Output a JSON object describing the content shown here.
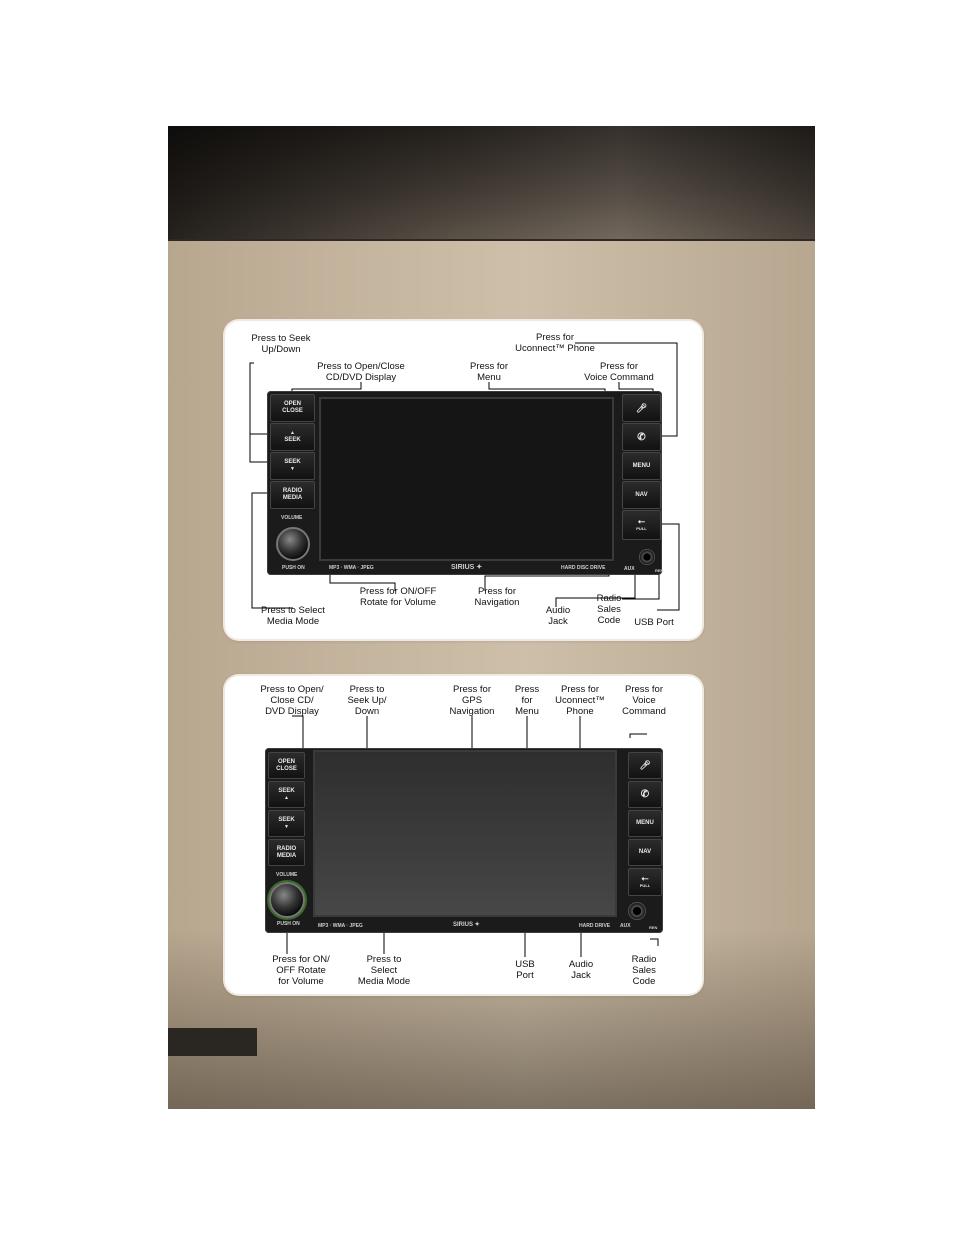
{
  "diagram1": {
    "labels": {
      "seek": "Press to Seek\nUp/Down",
      "open_close": "Press to Open/Close\nCD/DVD Display",
      "menu": "Press for\nMenu",
      "phone": "Press for\nUconnect™ Phone",
      "voice": "Press for\nVoice Command",
      "select_media": "Press to Select\nMedia Mode",
      "volume": "Press for ON/OFF\nRotate for Volume",
      "navigation": "Press for\nNavigation",
      "audio_jack": "Audio\nJack",
      "sales_code": "Radio\nSales\nCode",
      "usb_port": "USB Port"
    },
    "unit": {
      "open_close": "OPEN\nCLOSE",
      "seek_up": "SEEK",
      "seek_down": "SEEK",
      "radio_media": "RADIO\nMEDIA",
      "volume": "VOLUME",
      "push_on": "PUSH ON",
      "menu": "MENU",
      "nav": "NAV",
      "pull": "PULL",
      "aux": "AUX",
      "sales_code": "REN",
      "formats": "MP3 · WMA · JPEG",
      "brand": "SIRIUS",
      "hard_drive": "HARD DISC DRIVE"
    }
  },
  "diagram2": {
    "labels": {
      "open_close": "Press to Open/\nClose CD/\nDVD Display",
      "seek": "Press to\nSeek Up/\nDown",
      "gps": "Press for\nGPS\nNavigation",
      "menu": "Press\nfor\nMenu",
      "phone": "Press for\nUconnect™\nPhone",
      "voice": "Press for\nVoice\nCommand",
      "volume": "Press for ON/\nOFF Rotate\nfor Volume",
      "select_media": "Press to\nSelect\nMedia Mode",
      "usb_port": "USB\nPort",
      "audio_jack": "Audio\nJack",
      "sales_code": "Radio\nSales\nCode"
    },
    "unit": {
      "open_close": "OPEN\nCLOSE",
      "seek_up": "SEEK",
      "seek_down": "SEEK",
      "radio_media": "RADIO\nMEDIA",
      "volume": "VOLUME",
      "push_on": "PUSH ON",
      "menu": "MENU",
      "nav": "NAV",
      "pull": "PULL",
      "aux": "AUX",
      "sales_code": "REN",
      "formats": "MP3 · WMA · JPEG",
      "brand": "SIRIUS",
      "hard_drive": "HARD DRIVE"
    }
  },
  "icons": [
    "voice-command-icon",
    "phone-icon",
    "usb-icon",
    "sirius-dog-icon",
    "seek-up-arrow-icon",
    "seek-down-arrow-icon"
  ],
  "colors": {
    "page_background": "#c3b39c",
    "header": "#2a2520",
    "unit_body": "#1b1b1b"
  }
}
